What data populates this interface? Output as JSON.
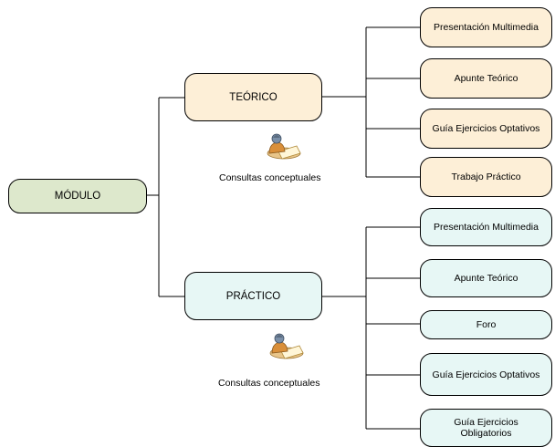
{
  "root": {
    "label": "MÓDULO"
  },
  "branches": [
    {
      "label": "TEÓRICO",
      "caption": "Consultas conceptuales",
      "icon": "consult-person-icon",
      "children": [
        "Presentación Multimedia",
        "Apunte Teórico",
        "Guía Ejercicios Optativos",
        "Trabajo Práctico"
      ]
    },
    {
      "label": "PRÁCTICO",
      "caption": "Consultas conceptuales",
      "icon": "consult-person-icon",
      "children": [
        "Presentación Multimedia",
        "Apunte Teórico",
        "Foro",
        "Guía Ejercicios Optativos",
        "Guía Ejercicios\nObligatorios"
      ]
    }
  ],
  "colors": {
    "root_fill": "#dde8cc",
    "teorico_fill": "#fdefd7",
    "practico_fill": "#e7f7f5",
    "line": "#000000"
  }
}
